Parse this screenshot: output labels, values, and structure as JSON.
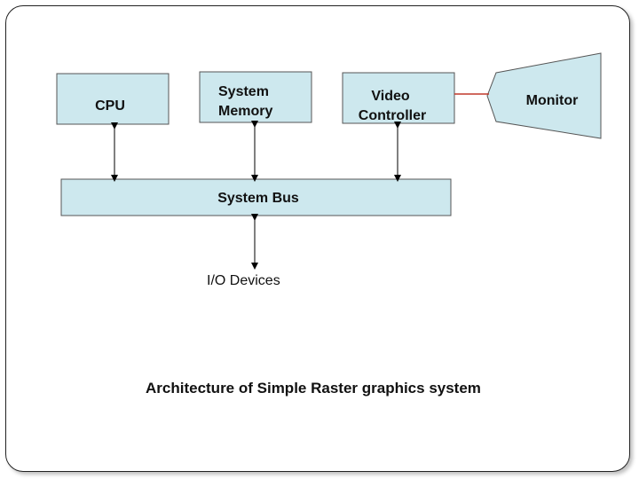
{
  "diagram": {
    "nodes": {
      "cpu": "CPU",
      "memory_line1": "System",
      "memory_line2": "Memory",
      "video_line1": "Video",
      "video_line2": "Controller",
      "monitor": "Monitor",
      "bus": "System Bus",
      "io": "I/O Devices"
    },
    "caption": "Architecture of Simple Raster graphics system",
    "colors": {
      "box_fill": "#cde8ee",
      "connector_red": "#c0392b"
    }
  }
}
